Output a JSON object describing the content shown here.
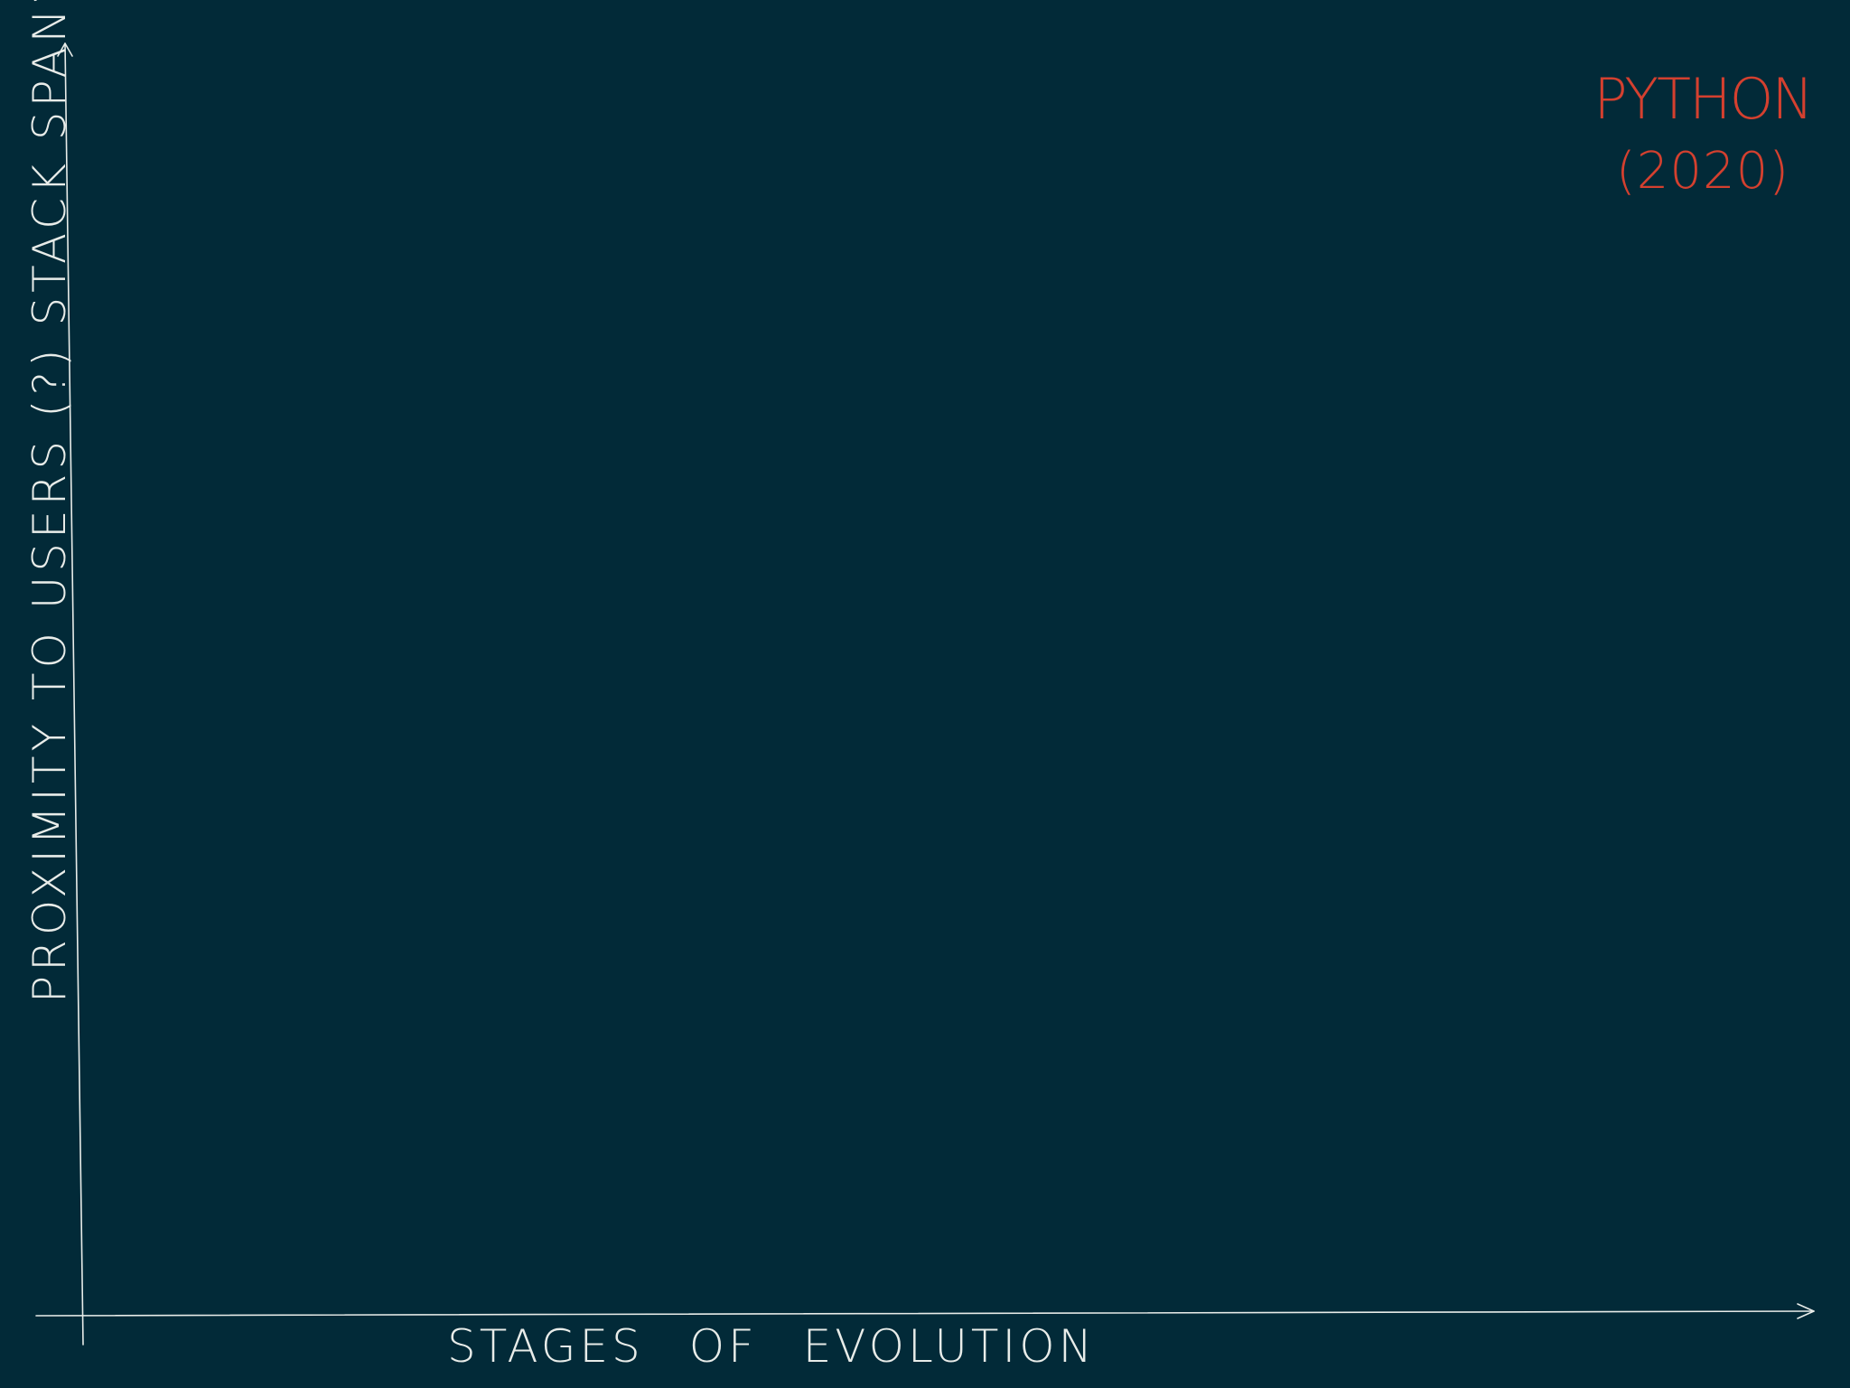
{
  "diagram": {
    "title": "PYTHON",
    "subtitle": "(2020)",
    "y_axis_label": "PROXIMITY TO USERS (?) STACK SPAN?",
    "x_axis_label": "STAGES OF EVOLUTION"
  },
  "colors": {
    "background": "#022a38",
    "axis_and_labels": "#e8ece9",
    "title": "#d4402f"
  }
}
